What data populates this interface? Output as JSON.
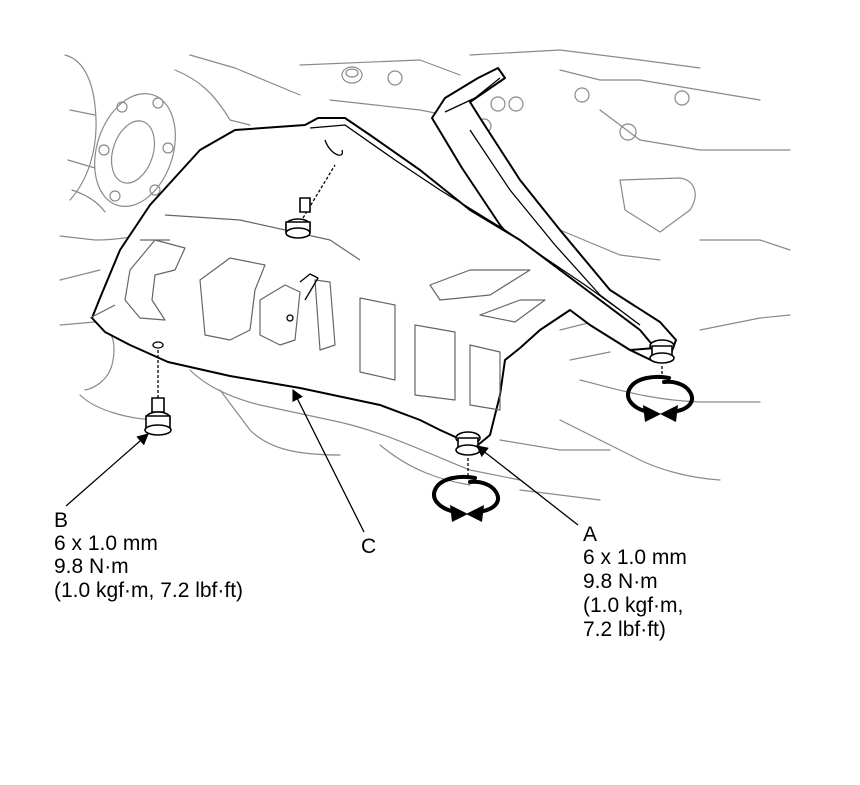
{
  "callouts": {
    "a": {
      "letter": "A",
      "size": "6 x 1.0 mm",
      "torque": "9.8 N·m",
      "alt_line1": "(1.0 kgf·m,",
      "alt_line2": "7.2 lbf·ft)"
    },
    "b": {
      "letter": "B",
      "size": "6 x 1.0 mm",
      "torque": "9.8 N·m",
      "alt": "(1.0 kgf·m, 7.2 lbf·ft)"
    },
    "c": {
      "letter": "C"
    }
  },
  "icons": [
    "rotation-arrows-icon",
    "bolt-icon",
    "flange-bolt-icon"
  ],
  "colors": {
    "line": "#000000",
    "background_line": "#8a8a8a",
    "background": "#ffffff"
  }
}
